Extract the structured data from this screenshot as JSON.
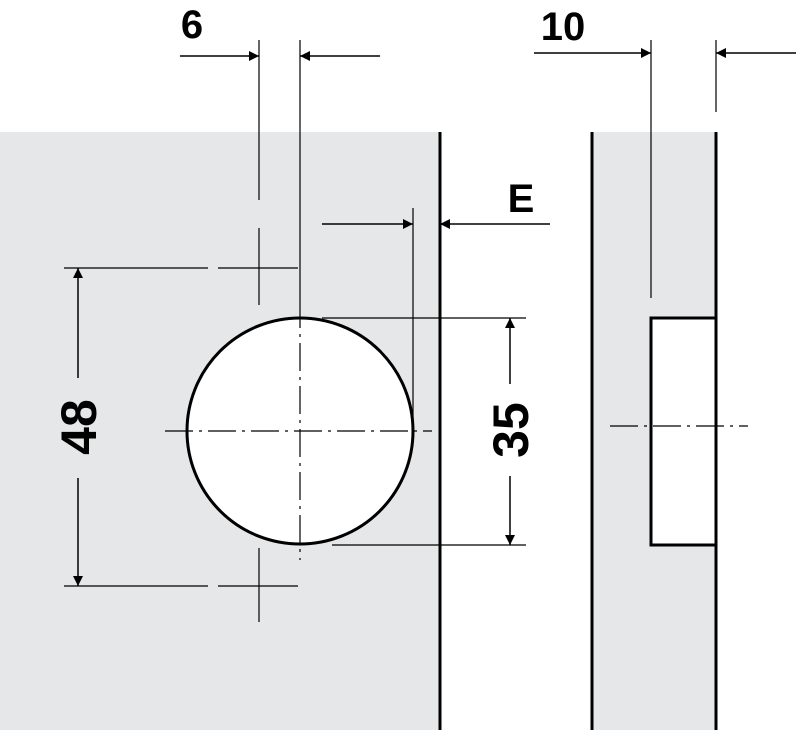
{
  "colors": {
    "panel_fill": "#e6e7e8",
    "line": "#000000",
    "background": "#ffffff"
  },
  "dimensions": {
    "hinge_offset": "6",
    "panel_thickness": "10",
    "edge_distance": "E",
    "hole_spacing": "48",
    "cup_diameter": "35"
  }
}
